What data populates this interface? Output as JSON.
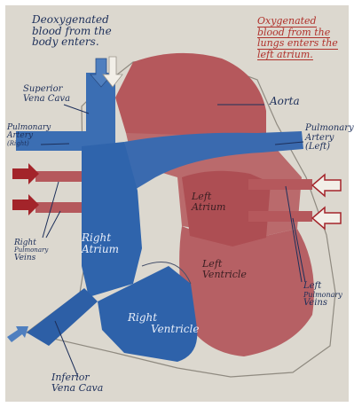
{
  "colors": {
    "paper": "#dcd8cf",
    "frame": "#ffffff",
    "deoxygenated": "#2f64ac",
    "oxygenated": "#b5585c",
    "ink": "#1d2f5a",
    "red_ink": "#b0322c",
    "arrow_red": "#a3242a"
  },
  "labels": {
    "deoxy_note": [
      "Deoxygenated",
      "blood from the",
      "body enters."
    ],
    "oxy_note": [
      "Oxygenated",
      "blood from the",
      "lungs enters the",
      "left atrium."
    ],
    "superior_vena_cava": [
      "Superior",
      "Vena Cava"
    ],
    "aorta": "Aorta",
    "pulmonary_artery_right": [
      "Pulmonary",
      "Artery",
      "(Right)"
    ],
    "pulmonary_artery_left": [
      "Pulmonary",
      "Artery",
      "(Left)"
    ],
    "left_atrium": [
      "Left",
      "Atrium"
    ],
    "right_atrium": [
      "Right",
      "Atrium"
    ],
    "left_ventricle": [
      "Left",
      "Ventricle"
    ],
    "right_ventricle": [
      "Right",
      "Ventricle"
    ],
    "right_pulmonary_veins": [
      "Right",
      "Pulmonary",
      "Veins"
    ],
    "left_pulmonary_veins": [
      "Left",
      "Pulmonary",
      "Veins"
    ],
    "inferior_vena_cava": [
      "Inferior",
      "Vena Cava"
    ]
  }
}
